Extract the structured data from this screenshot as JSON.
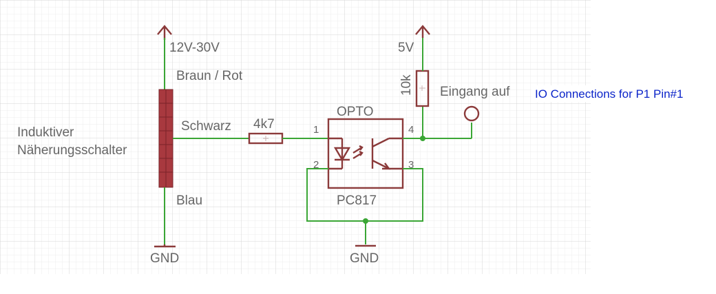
{
  "supply_high": "12V-30V",
  "supply_5v": "5V",
  "wire_brown": "Braun / Rot",
  "wire_black": "Schwarz",
  "wire_blue": "Blau",
  "sensor_line1": "Induktiver",
  "sensor_line2": "Näherungsschalter",
  "r_series": "4k7",
  "r_pullup": "10k",
  "opto_name": "OPTO",
  "opto_part": "PC817",
  "pin1": "1",
  "pin2": "2",
  "pin3": "3",
  "pin4": "4",
  "input_label": "Eingang auf",
  "io_note": "IO Connections for P1 Pin#1",
  "gnd_left": "GND",
  "gnd_mid": "GND",
  "colors": {
    "wire": "#3aa635",
    "component": "#8b3a3a",
    "sensor_fill": "#a8393f",
    "text": "#666666",
    "link": "#0b24c9",
    "grid_minor": "#e9e9e9",
    "grid_major": "#d2d2d2"
  }
}
